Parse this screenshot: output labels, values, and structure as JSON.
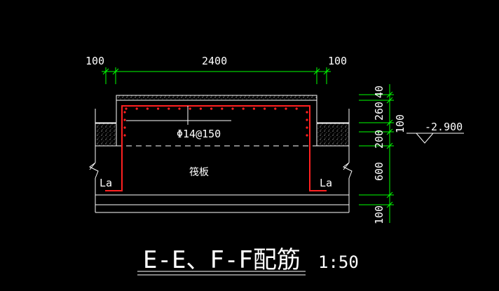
{
  "drawing": {
    "title": "E-E、F-F配筋",
    "scale": "1:50",
    "rebar_label": "Φ14@150",
    "raft_label": "筏板",
    "anchor_left": "La",
    "anchor_right": "La",
    "elevation": "-2.900"
  },
  "top_dimensions": [
    "100",
    "2400",
    "100"
  ],
  "side_dimensions": [
    "40",
    "260",
    "100",
    "200",
    "600",
    "100"
  ],
  "colors": {
    "background": "#000000",
    "lines": "#ffffff",
    "dimension": "#00ff00",
    "rebar": "#ff2020",
    "dashed": "#ffffff"
  }
}
